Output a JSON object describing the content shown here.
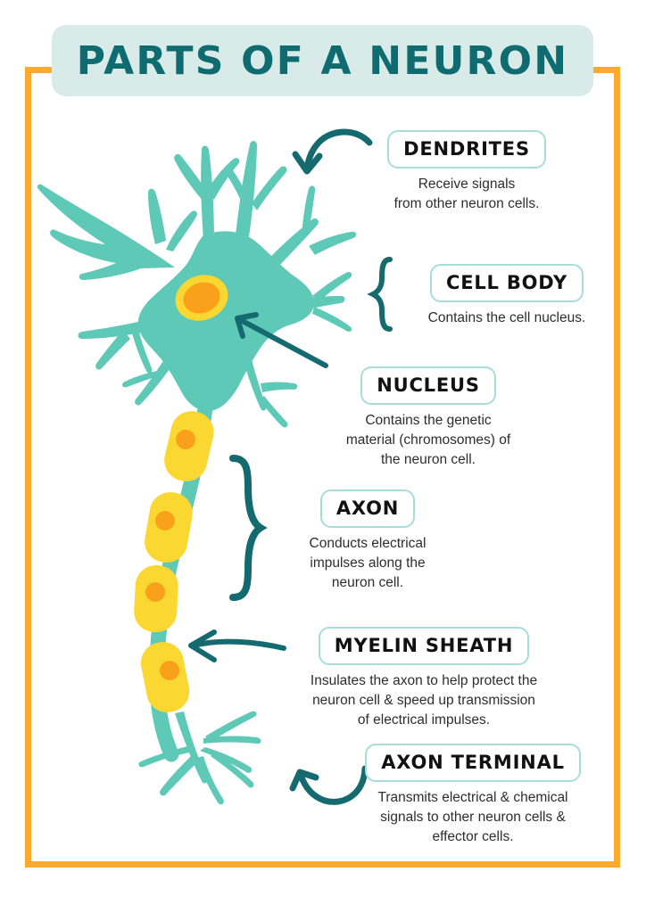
{
  "poster": {
    "title": "PARTS OF A NEURON",
    "colors": {
      "frame_orange": "#FDA92D",
      "title_banner_bg": "#D8EBE9",
      "title_text": "#0E6B70",
      "neuron_teal": "#5FC9B8",
      "arrow_teal": "#146A6E",
      "pill_border": "#A8DCDA",
      "myelin_yellow": "#FBD731",
      "nucleus_orange": "#F9A11B",
      "body_text": "#2d2d2d"
    }
  },
  "callouts": [
    {
      "id": "dendrites",
      "title": "DENDRITES",
      "description": "Receive signals\nfrom other neuron cells.",
      "lines": [
        "Receive signals",
        "from other neuron cells."
      ],
      "pointer": "curved-arrow-down-left"
    },
    {
      "id": "cell-body",
      "title": "CELL BODY",
      "description": "Contains the cell nucleus.",
      "lines": [
        "Contains the cell nucleus."
      ],
      "pointer": "curly-brace-left"
    },
    {
      "id": "nucleus",
      "title": "NUCLEUS",
      "description": "Contains the genetic material (chromosomes) of the neuron cell.",
      "lines": [
        "Contains the genetic",
        "material (chromosomes) of",
        "the neuron cell."
      ],
      "pointer": "straight-arrow-up-left"
    },
    {
      "id": "axon",
      "title": "AXON",
      "description": "Conducts electrical impulses along the neuron cell.",
      "lines": [
        "Conducts electrical",
        "impulses along the",
        "neuron cell."
      ],
      "pointer": "curly-brace-left"
    },
    {
      "id": "myelin-sheath",
      "title": "MYELIN SHEATH",
      "description": "Insulates the axon to help protect the neuron cell & speed up transmission of electrical impulses.",
      "lines": [
        "Insulates the axon to help protect the",
        "neuron cell & speed up transmission",
        "of electrical impulses."
      ],
      "pointer": "straight-arrow-left"
    },
    {
      "id": "axon-terminal",
      "title": "AXON TERMINAL",
      "description": "Transmits electrical & chemical signals to other neuron cells & effector cells.",
      "lines": [
        "Transmits electrical & chemical",
        "signals to other neuron cells &",
        "effector cells."
      ],
      "pointer": "curved-arrow-up-left"
    }
  ],
  "diagram": {
    "name": "neuron-illustration",
    "parts": [
      {
        "name": "dendrites",
        "count": 8
      },
      {
        "name": "cell-body-soma",
        "count": 1
      },
      {
        "name": "nucleus",
        "count": 1
      },
      {
        "name": "axon",
        "count": 1
      },
      {
        "name": "myelin-sheath-segment",
        "count": 4
      },
      {
        "name": "axon-terminal-branches",
        "count": 1
      }
    ]
  }
}
